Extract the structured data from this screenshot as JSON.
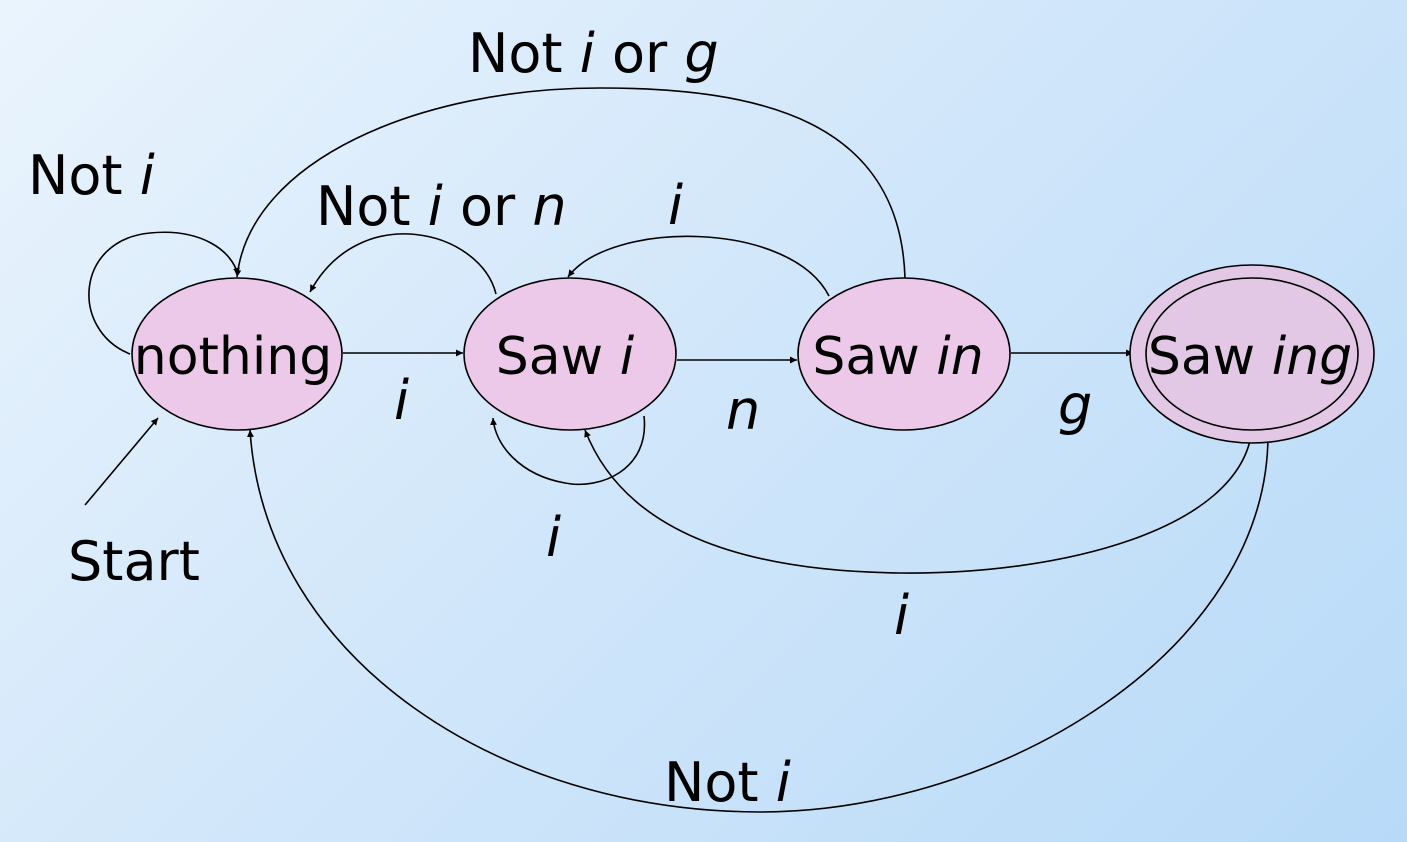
{
  "colors": {
    "state_fill": "#ecc9e8",
    "accept_fill": "#e3c8e6",
    "line": "#000000",
    "background_top": "#eaf4fd",
    "background_bottom": "#b8daf8"
  },
  "states": {
    "nothing": {
      "name": "nothing",
      "emph": ""
    },
    "saw_i": {
      "name": "Saw ",
      "emph": "i"
    },
    "saw_in": {
      "name": "Saw ",
      "emph": "in"
    },
    "saw_ing": {
      "name": "Saw ",
      "emph": "ing",
      "accepting": true
    }
  },
  "start_label": "Start",
  "edges": {
    "nothing_self": {
      "from": "nothing",
      "to": "nothing",
      "pre": "Not ",
      "sym": "i",
      "mid": "",
      "sym2": ""
    },
    "nothing_to_i": {
      "from": "nothing",
      "to": "saw_i",
      "sym": "i"
    },
    "i_to_in": {
      "from": "saw_i",
      "to": "saw_in",
      "sym": "n"
    },
    "in_to_ing": {
      "from": "saw_in",
      "to": "saw_ing",
      "sym": "g"
    },
    "i_to_nothing": {
      "from": "saw_i",
      "to": "nothing",
      "pre": "Not ",
      "sym": "i",
      "mid": " or ",
      "sym2": "n"
    },
    "in_to_i": {
      "from": "saw_in",
      "to": "saw_i",
      "sym": "i"
    },
    "in_to_nothing": {
      "from": "saw_in",
      "to": "nothing",
      "pre": "Not ",
      "sym": "i",
      "mid": " or ",
      "sym2": "g"
    },
    "i_self": {
      "from": "saw_i",
      "to": "saw_i",
      "sym": "i"
    },
    "ing_to_i": {
      "from": "saw_ing",
      "to": "saw_i",
      "sym": "i"
    },
    "ing_to_nothing": {
      "from": "saw_ing",
      "to": "nothing",
      "pre": "Not ",
      "sym": "i"
    }
  }
}
